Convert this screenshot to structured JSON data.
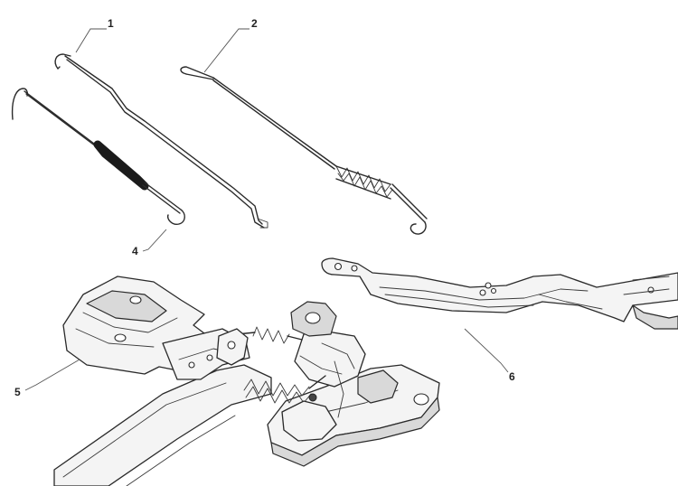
{
  "callouts": [
    {
      "id": "1",
      "label": "1"
    },
    {
      "id": "2",
      "label": "2"
    },
    {
      "id": "4",
      "label": "4"
    },
    {
      "id": "5",
      "label": "5"
    },
    {
      "id": "6",
      "label": "6"
    }
  ],
  "colors": {
    "line": "#2a2a2a",
    "background": "#ffffff"
  }
}
